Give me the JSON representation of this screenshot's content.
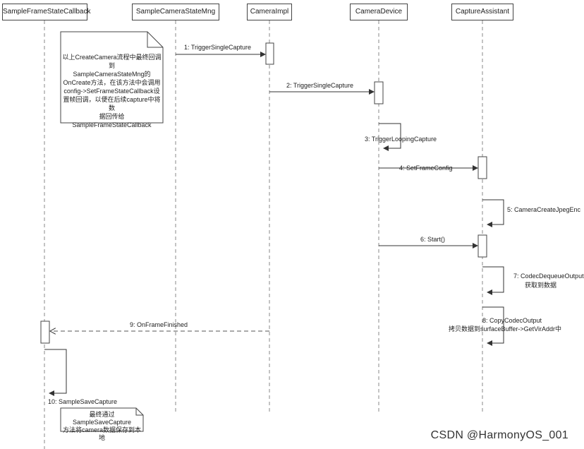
{
  "lifelines": [
    {
      "id": "sfsc",
      "label": "SampleFrameStateCallback"
    },
    {
      "id": "scsm",
      "label": "SampleCameraStateMng"
    },
    {
      "id": "ci",
      "label": "CameraImpl"
    },
    {
      "id": "cd",
      "label": "CameraDevice"
    },
    {
      "id": "ca",
      "label": "CaptureAssistant"
    }
  ],
  "messages": [
    {
      "id": "m1",
      "label": "1: TriggerSingleCapture"
    },
    {
      "id": "m2",
      "label": "2: TriggerSingleCapture"
    },
    {
      "id": "m3",
      "label": "3: TriggerLoopingCapture"
    },
    {
      "id": "m4",
      "label": "4:  SetFrameConfig"
    },
    {
      "id": "m5",
      "label": "5:  CameraCreateJpegEnc"
    },
    {
      "id": "m6",
      "label": "6: Start()"
    },
    {
      "id": "m7a",
      "label": "7: CodecDequeueOutput"
    },
    {
      "id": "m7b",
      "label": "获取到数据"
    },
    {
      "id": "m8a",
      "label": "8: CopyCodecOutput"
    },
    {
      "id": "m8b",
      "label": "拷贝数据到surfaceBuffer->GetVirAddr中"
    },
    {
      "id": "m9",
      "label": "9: OnFrameFinished"
    },
    {
      "id": "m10",
      "label": "10: SampleSaveCapture"
    }
  ],
  "notes": {
    "top": [
      "以上CreateCamera流程中最终回调到",
      "SampleCameraStateMng的",
      "OnCreate方法，在该方法中会调用",
      "config->SetFrameStateCallback设",
      "置帧回调，以便在后续capture中将数",
      "据回传给SampleFrameStateCallback"
    ],
    "bottom": [
      "最终通过SampleSaveCapture",
      "方法将camera数据保存到本地"
    ]
  },
  "watermark": "CSDN @HarmonyOS_001",
  "colors": {
    "line": "#444444",
    "lifeline": "#888888"
  }
}
